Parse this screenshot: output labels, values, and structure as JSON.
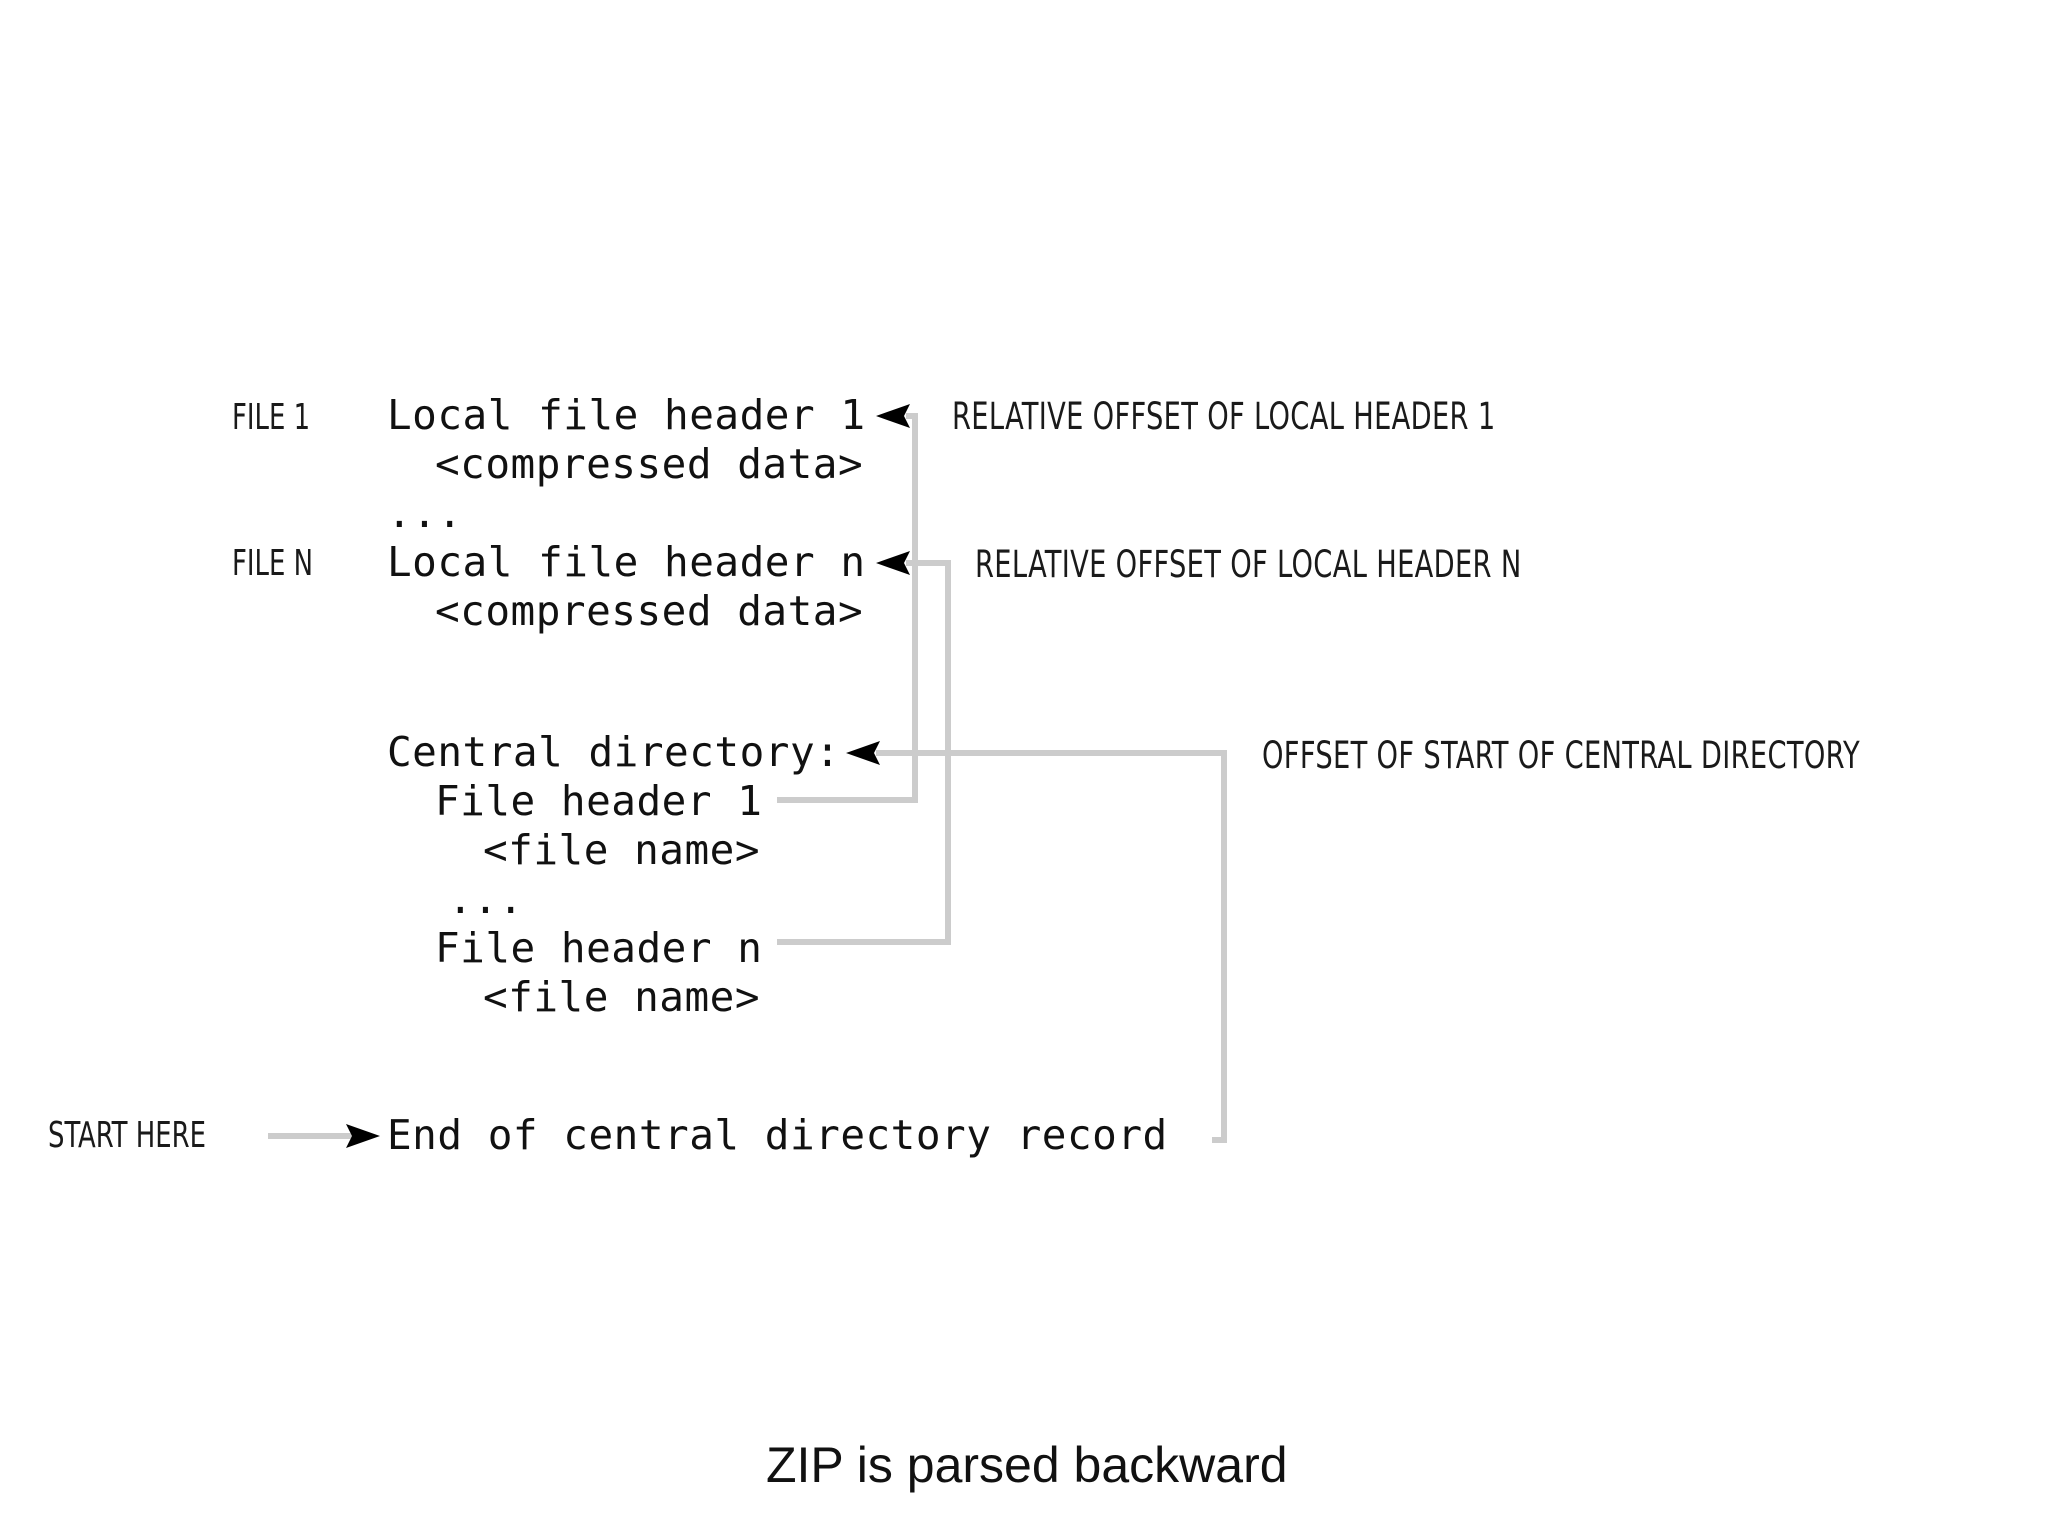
{
  "diagram": {
    "title_caption": "ZIP is parsed backward",
    "structure_rows": [
      {
        "side_label": "FILE 1",
        "text": "Local file header 1"
      },
      {
        "side_label": "",
        "text": "  <compressed data>"
      },
      {
        "side_label": "",
        "text": "..."
      },
      {
        "side_label": "FILE N",
        "text": "Local file header n"
      },
      {
        "side_label": "",
        "text": "  <compressed data>"
      },
      {
        "side_label": "",
        "text": "Central directory:"
      },
      {
        "side_label": "",
        "text": " File header 1"
      },
      {
        "side_label": "",
        "text": "   <file name>"
      },
      {
        "side_label": "",
        "text": " ..."
      },
      {
        "side_label": "",
        "text": " File header n"
      },
      {
        "side_label": "",
        "text": "   <file name>"
      },
      {
        "side_label": "",
        "text": "End of central directory record"
      }
    ],
    "rows": {
      "local_header_1": "Local file header 1",
      "compressed_data_1": "<compressed data>",
      "ellipsis_files": "...",
      "local_header_n": "Local file header n",
      "compressed_data_n": "<compressed data>",
      "central_directory": "Central directory:",
      "file_header_1": "File header 1",
      "file_name_1": "<file name>",
      "ellipsis_headers": "...",
      "file_header_n": "File header n",
      "file_name_n": "<file name>",
      "eocd": "End of central directory record"
    },
    "side_labels": {
      "file_1": "FILE 1",
      "file_n": "FILE N",
      "start_here": "START HERE"
    },
    "annotations": {
      "relative_offset_header_1": "RELATIVE OFFSET OF LOCAL HEADER 1",
      "relative_offset_header_n": "RELATIVE OFFSET OF LOCAL HEADER N",
      "offset_start_central_directory": "OFFSET OF START OF CENTRAL DIRECTORY"
    },
    "colors": {
      "text": "#111111",
      "wire": "#cccccc",
      "arrowhead": "#000000",
      "background": "#ffffff"
    }
  }
}
